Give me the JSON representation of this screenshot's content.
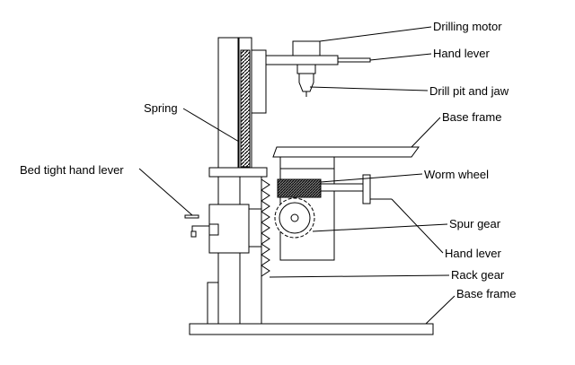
{
  "diagram": {
    "labels": {
      "drilling_motor": "Drilling motor",
      "hand_lever_top": "Hand lever",
      "drill_pit_jaw": "Drill pit and jaw",
      "base_frame_top": "Base frame",
      "spring": "Spring",
      "bed_tight_lever": "Bed tight hand lever",
      "worm_wheel": "Worm wheel",
      "spur_gear": "Spur gear",
      "hand_lever_side": "Hand lever",
      "rack_gear": "Rack gear",
      "base_frame_bottom": "Base frame"
    }
  }
}
